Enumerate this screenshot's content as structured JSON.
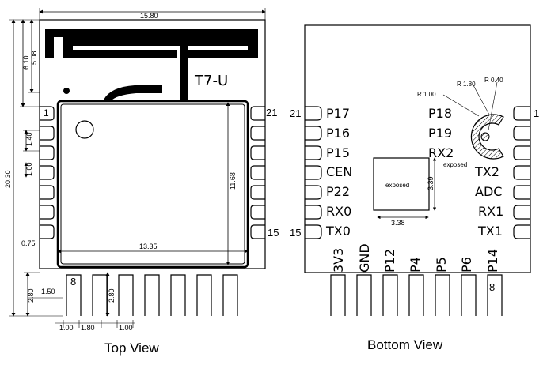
{
  "top_view": {
    "caption": "Top View",
    "module_label": "T7-U",
    "dimensions": {
      "width": "15.80",
      "height": "20.30",
      "antenna_height_a": "6.10",
      "antenna_height_b": "5.08",
      "shield_width": "13.35",
      "shield_height": "11.68",
      "pin_pitch": "1.40",
      "pin_width": "1.00",
      "pin_edge": "0.75",
      "bottom_pad_len": "2.80",
      "bottom_pad_len_2": "2.80",
      "bottom_pad_offset": "1.50",
      "bottom_pad_width": "1.00",
      "bottom_pad_pitch": "1.80",
      "bottom_pad_width_2": "1.00"
    },
    "pin_labels": {
      "first_left": "1",
      "top_right": "21",
      "bottom_right": "15",
      "bottom_first": "8"
    }
  },
  "bottom_view": {
    "caption": "Bottom View",
    "left_pins": [
      "P17",
      "P16",
      "P15",
      "CEN",
      "P22",
      "RX0",
      "TX0"
    ],
    "right_pins": [
      "TX2",
      "ADC",
      "RX1",
      "TX1"
    ],
    "upper_right_labels": [
      "P18",
      "P19",
      "RX2"
    ],
    "bottom_pins": [
      "3V3",
      "GND",
      "P12",
      "P4",
      "P5",
      "P6",
      "P14"
    ],
    "pin_numbers": {
      "left_top": "21",
      "left_bottom": "15",
      "right_top": "1",
      "bottom_right": "8"
    },
    "exposed_pad_label": "exposed",
    "exposed_pad_width": "3.38",
    "exposed_pad_height": "3.39",
    "arc_label": "exposed",
    "radii": [
      "R 1.00",
      "R 1.80",
      "R 0.40"
    ]
  }
}
